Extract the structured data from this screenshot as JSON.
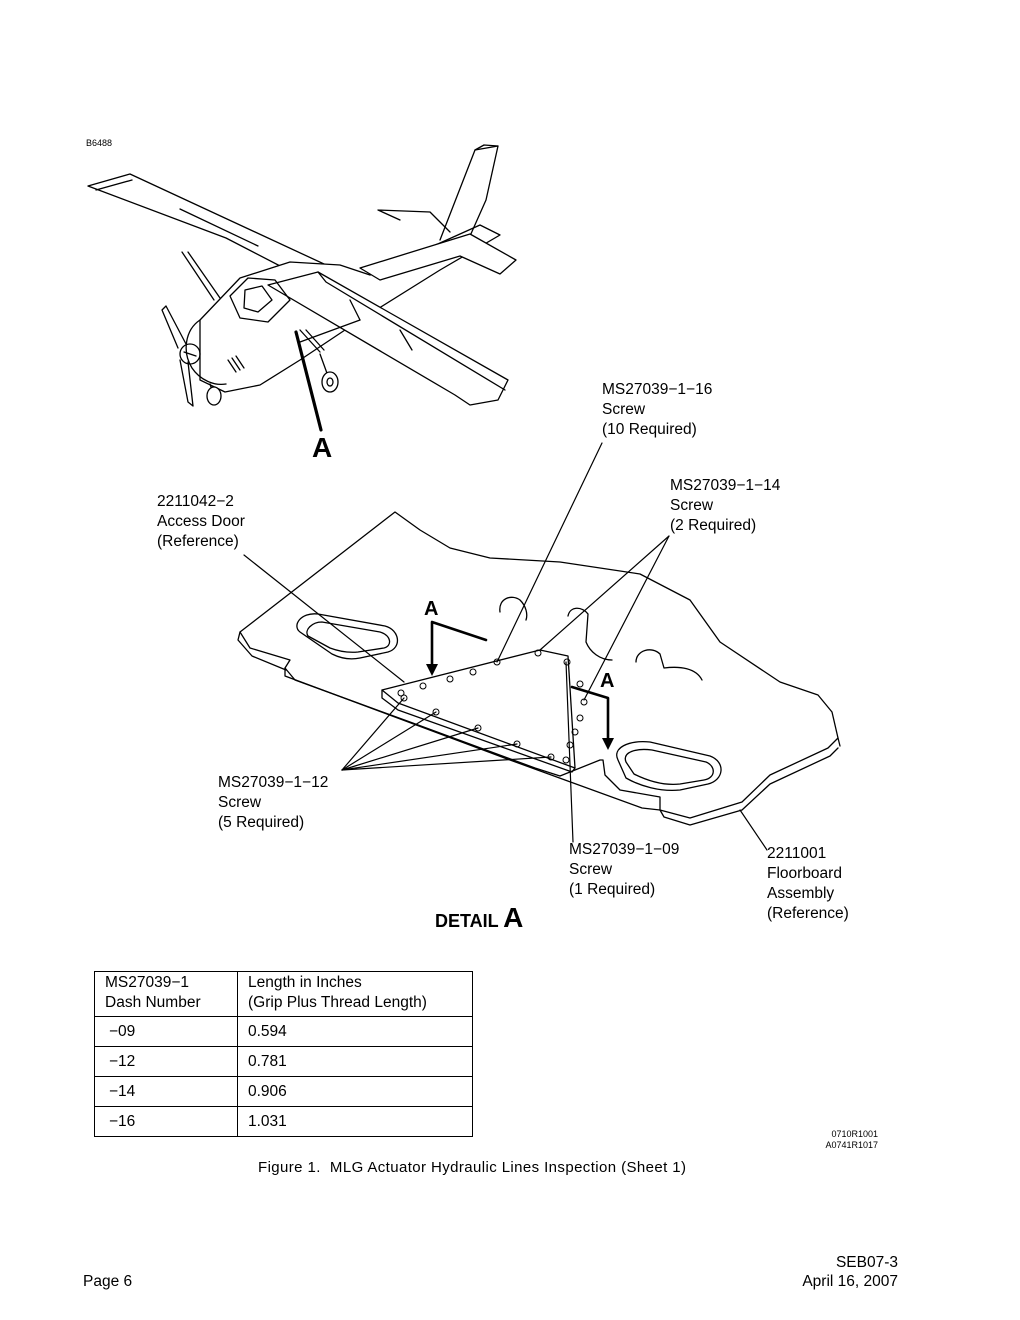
{
  "figure_id": "B6488",
  "view_marker": "A",
  "callouts": {
    "screw_16": "MS27039−1−16\nScrew\n(10 Required)",
    "screw_14": "MS27039−1−14\nScrew\n(2 Required)",
    "access_door": "2211042−2\nAccess Door\n(Reference)",
    "screw_12": "MS27039−1−12\nScrew\n(5 Required)",
    "screw_09": "MS27039−1−09\nScrew\n(1 Required)",
    "floorboard": "2211001\nFloorboard\nAssembly\n(Reference)"
  },
  "section_marks": [
    "A",
    "A"
  ],
  "detail_label": {
    "word": "DETAIL",
    "letter": "A"
  },
  "table": {
    "headers": [
      "MS27039−1\nDash Number",
      "Length in Inches\n(Grip Plus Thread Length)"
    ],
    "rows": [
      {
        "dash": "−09",
        "length": "0.594"
      },
      {
        "dash": "−12",
        "length": "0.781"
      },
      {
        "dash": "−14",
        "length": "0.906"
      },
      {
        "dash": "−16",
        "length": "1.031"
      }
    ]
  },
  "ref_codes": [
    "0710R1001",
    "A0741R1017"
  ],
  "caption": "Figure 1.  MLG Actuator Hydraulic Lines Inspection (Sheet 1)",
  "footer": {
    "page": "Page 6",
    "doc": "SEB07-3",
    "date": "April 16, 2007"
  }
}
